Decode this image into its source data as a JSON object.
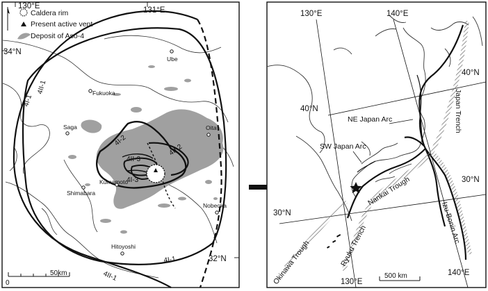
{
  "left_map": {
    "lon_labels": [
      "130°E",
      "131°E"
    ],
    "lat_labels": [
      "34°N",
      "32°N"
    ],
    "legend": [
      {
        "icon": "caldera-rim-icon",
        "label": "Caldera rim"
      },
      {
        "icon": "triangle-icon",
        "label": "Present active vent"
      },
      {
        "icon": "deposit-swatch-icon",
        "label": "Deposit of Aso-4"
      }
    ],
    "cities": [
      "Ube",
      "Fukuoka",
      "Saga",
      "Oita",
      "Kumamoto",
      "Shimabara",
      "Nobeoka",
      "Hitoyoshi"
    ],
    "zones": [
      "4I-1",
      "4II-1",
      "4I-2",
      "4II-2",
      "4II-3",
      "4I-3",
      "4I-1",
      "4II-1"
    ],
    "scale": {
      "zero": "0",
      "label": "50km"
    },
    "colors": {
      "deposit": "#a0a0a0",
      "line": "#111111"
    }
  },
  "right_map": {
    "lon_top": [
      "130°E",
      "140°E"
    ],
    "lon_bottom": [
      "130°E",
      "140°E"
    ],
    "lat_left": [
      "40°N",
      "30°N"
    ],
    "lat_right": [
      "40°N",
      "30°N"
    ],
    "features": [
      "NE Japan Arc",
      "SW Japan Arc",
      "Japan Trench",
      "Nankai Trough",
      "Izu-Bonin Arc",
      "Okinawa Trough",
      "Ryuku Trench"
    ],
    "scale_label": "500 km"
  }
}
